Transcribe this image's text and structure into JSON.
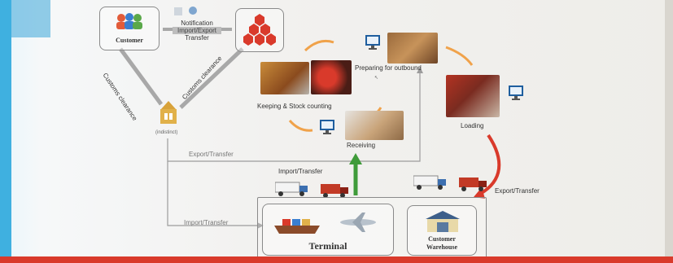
{
  "diagram": {
    "customer_label": "Customer",
    "notification_lines": [
      "Notification",
      "Import/Export",
      "Transfer"
    ],
    "customs_clearance_1": "Customs clearance",
    "customs_clearance_2": "Customs clearance",
    "keeping_label": "Keeping & Stock counting",
    "preparing_label": "Preparing for outbound",
    "receiving_label": "Receiving",
    "loading_label": "Loading",
    "export_transfer_1": "Export/Transfer",
    "import_transfer_1": "Import/Transfer",
    "import_transfer_2": "Import/Transfer",
    "export_transfer_2": "Export/Transfer",
    "terminal_label": "Terminal",
    "customer_warehouse_lines": [
      "Customer",
      "Warehouse"
    ],
    "customs_office_caption": "(indistinct)",
    "colors": {
      "accent_red": "#d93a2b",
      "flow_green": "#3f9b3a",
      "arrow_orange": "#f0a24a",
      "line_gray": "#8a8a8a",
      "screen_blue": "#1f5e9e"
    },
    "icons": [
      "customer-icon",
      "notification-icon",
      "honeycomb-logo-icon",
      "customs-building-icon",
      "monitor-icon",
      "truck-icon",
      "ship-icon",
      "plane-icon",
      "warehouse-icon"
    ]
  }
}
